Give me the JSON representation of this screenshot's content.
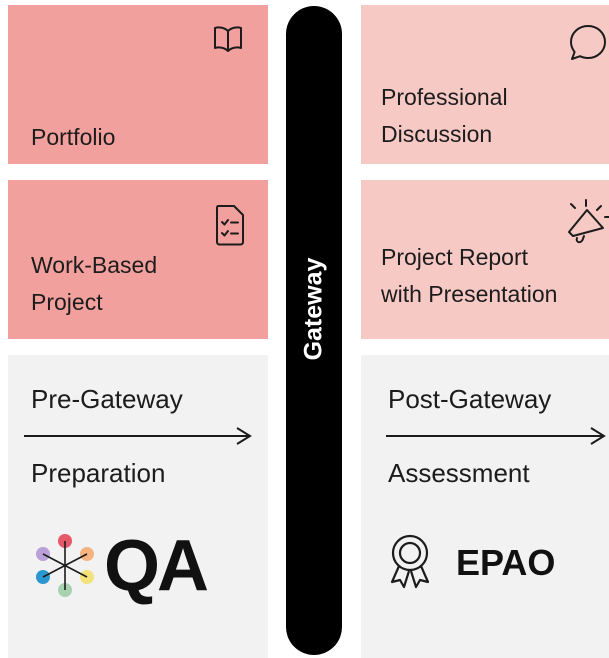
{
  "left": {
    "top_card": {
      "label": "Portfolio",
      "icon": "book-icon"
    },
    "mid_card": {
      "label_lines": [
        "Work-Based",
        "Project"
      ],
      "icon": "checklist-icon"
    },
    "bottom_panel": {
      "title": "Pre-Gateway",
      "subtitle": "Preparation",
      "logo_text": "QA"
    }
  },
  "gateway": {
    "label": "Gateway"
  },
  "right": {
    "top_card": {
      "label_lines": [
        "Professional",
        "Discussion"
      ],
      "icon": "speech-bubble-icon"
    },
    "mid_card": {
      "label_lines": [
        "Project Report",
        "with Presentation"
      ],
      "icon": "megaphone-icon"
    },
    "bottom_panel": {
      "title": "Post-Gateway",
      "subtitle": "Assessment",
      "logo_text": "EPAO"
    }
  },
  "colors": {
    "left_card": "#f2a09d",
    "right_card": "#f7c9c5",
    "panel": "#f2f2f2",
    "gateway_bar": "#000000"
  }
}
